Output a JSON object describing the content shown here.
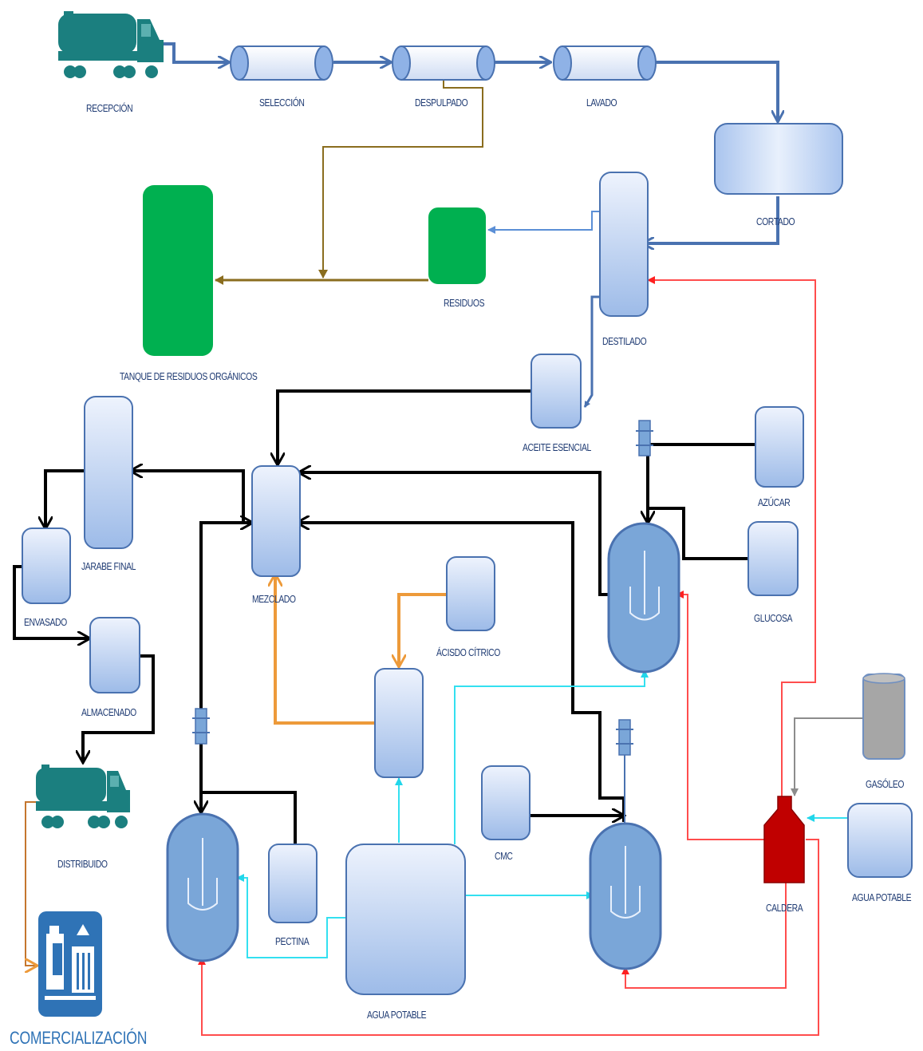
{
  "labels": {
    "recepcion": "RECEPCIÓN",
    "seleccion": "SELECCIÓN",
    "despulpado": "DESPULPADO",
    "lavado": "LAVADO",
    "cortado": "CORTADO",
    "residuos": "RESIDUOS",
    "tanque_residuos": "TANQUE DE RESIDUOS ORGÁNICOS",
    "destilado": "DESTILADO",
    "aceite_esencial": "ACEITE ESENCIAL",
    "azucar": "AZÚCAR",
    "glucosa": "GLUCOSA",
    "jarabe_final": "JARABE FINAL",
    "mezclado": "MEZCLADO",
    "envasado": "ENVASADO",
    "almacenado": "ALMACENADO",
    "acido_citrico": "ÁCISDO CÍTRICO",
    "distribuido": "DISTRIBUIDO",
    "cmc": "CMC",
    "gasoleo": "GASÓLEO",
    "pectina": "PECTINA",
    "agua_potable_tank": "AGUA POTABLE",
    "agua_potable_right": "AGUA POTABLE",
    "caldera": "CALDERA",
    "comercializacion": "COMERCIALIZACIÓN"
  },
  "colors": {
    "main_flow": "#4a72b0",
    "residue_flow": "#8a6d1e",
    "waste_green": "#00b050",
    "material_flow": "#000000",
    "steam_flow": "#ff4d4d",
    "water_flow": "#33e0f0",
    "acid_flow": "#ed9a3a",
    "gasoil_flow": "#8c8c8c",
    "boiler": "#c00000",
    "truck": "#1b7f7f",
    "vessel_blue": "#7aa6d8"
  }
}
